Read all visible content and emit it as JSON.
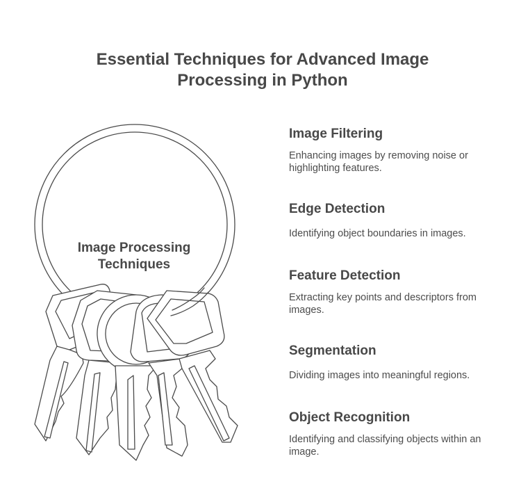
{
  "title": "Essential Techniques for Advanced Image Processing in Python",
  "center_label": "Image Processing Techniques",
  "items": [
    {
      "title": "Image Filtering",
      "description": "Enhancing images by removing noise or highlighting features."
    },
    {
      "title": "Edge Detection",
      "description": "Identifying object boundaries in images."
    },
    {
      "title": "Feature Detection",
      "description": "Extracting key points and descriptors from images."
    },
    {
      "title": "Segmentation",
      "description": "Dividing images into meaningful regions."
    },
    {
      "title": "Object Recognition",
      "description": "Identifying and classifying objects within an image."
    }
  ],
  "colors": {
    "text": "#484848",
    "stroke": "#4a4a4a",
    "background": "#ffffff"
  },
  "icons": [
    "key-ring-icon",
    "key-icon"
  ]
}
